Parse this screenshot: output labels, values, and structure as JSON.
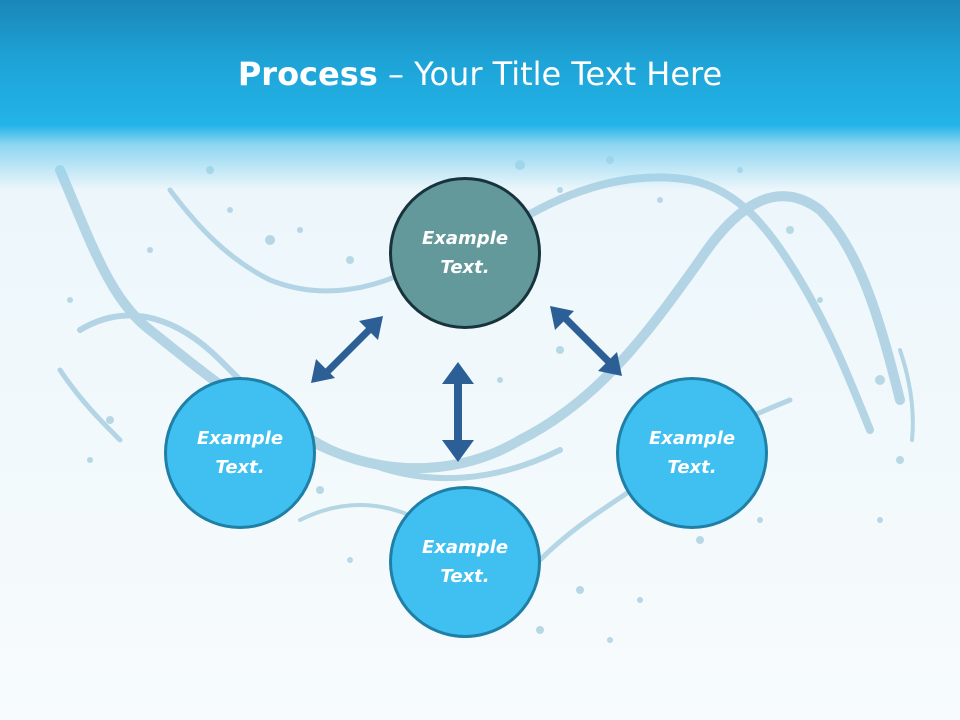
{
  "slide": {
    "title_bold": "Process",
    "title_rest": " – Your Title Text Here"
  },
  "nodes": {
    "top": "Example Text.",
    "left": "Example Text.",
    "right": "Example Text.",
    "bottom": "Example Text."
  },
  "colors": {
    "header_blue": "#22b4e8",
    "node_blue": "#3fc0f1",
    "node_teal": "#64999c",
    "arrow": "#2b5f96"
  }
}
